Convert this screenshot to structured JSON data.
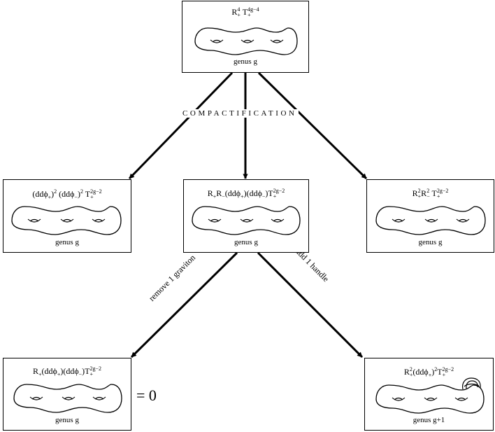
{
  "boxes": {
    "top": {
      "formula": {
        "r": "R",
        "r_sub": "+",
        "r_sup": "4",
        "t": "T",
        "t_sub": "+",
        "t_sup": "4g−4"
      },
      "caption": "genus g"
    },
    "left": {
      "formula": {
        "a": "(ddϕ",
        "a_sub": "+",
        "a_close": ")",
        "a_sup": "2",
        "b": "(ddϕ",
        "b_sub": "−",
        "b_close": ")",
        "b_sup": "2",
        "t": "T",
        "t_sub": "+",
        "t_sup": "2g−2"
      },
      "caption": "genus g"
    },
    "middle": {
      "formula": {
        "r1": "R",
        "r1_sub": "+",
        "r2": "R",
        "r2_sub": "−",
        "a": "(ddϕ",
        "a_sub": "+",
        "a_close": ")",
        "b": "(ddϕ",
        "b_sub": "−",
        "b_close": ")",
        "t": "T",
        "t_sub": "+",
        "t_sup": "2g−2"
      },
      "caption": "genus g"
    },
    "right": {
      "formula": {
        "r1": "R",
        "r1_sub": "+",
        "r1_sup": "2",
        "r2": "R",
        "r2_sub": "−",
        "r2_sup": "2",
        "t": "T",
        "t_sub": "+",
        "t_sup": "2g−2"
      },
      "caption": "genus g"
    },
    "bottom_left": {
      "formula": {
        "r": "R",
        "r_sub": "+",
        "a": "(ddϕ",
        "a_sub": "+",
        "a_close": ")",
        "b": "(ddϕ",
        "b_sub": "−",
        "b_close": ")",
        "t": "T",
        "t_sub": "+",
        "t_sup": "2g−2"
      },
      "caption": "genus g"
    },
    "bottom_right": {
      "formula": {
        "r": "R",
        "r_sub": "+",
        "r_sup": "2",
        "a": "(ddϕ",
        "a_sub": "+",
        "a_close": ")",
        "a_sup": "2",
        "t": "T",
        "t_sub": "+",
        "t_sup": "2g−2"
      },
      "caption": "genus g+1"
    }
  },
  "labels": {
    "compactification": "COMPACTIFICATION",
    "remove_graviton": "remove 1 graviton",
    "add_handle": "add 1 handle",
    "equals_zero": "= 0"
  }
}
